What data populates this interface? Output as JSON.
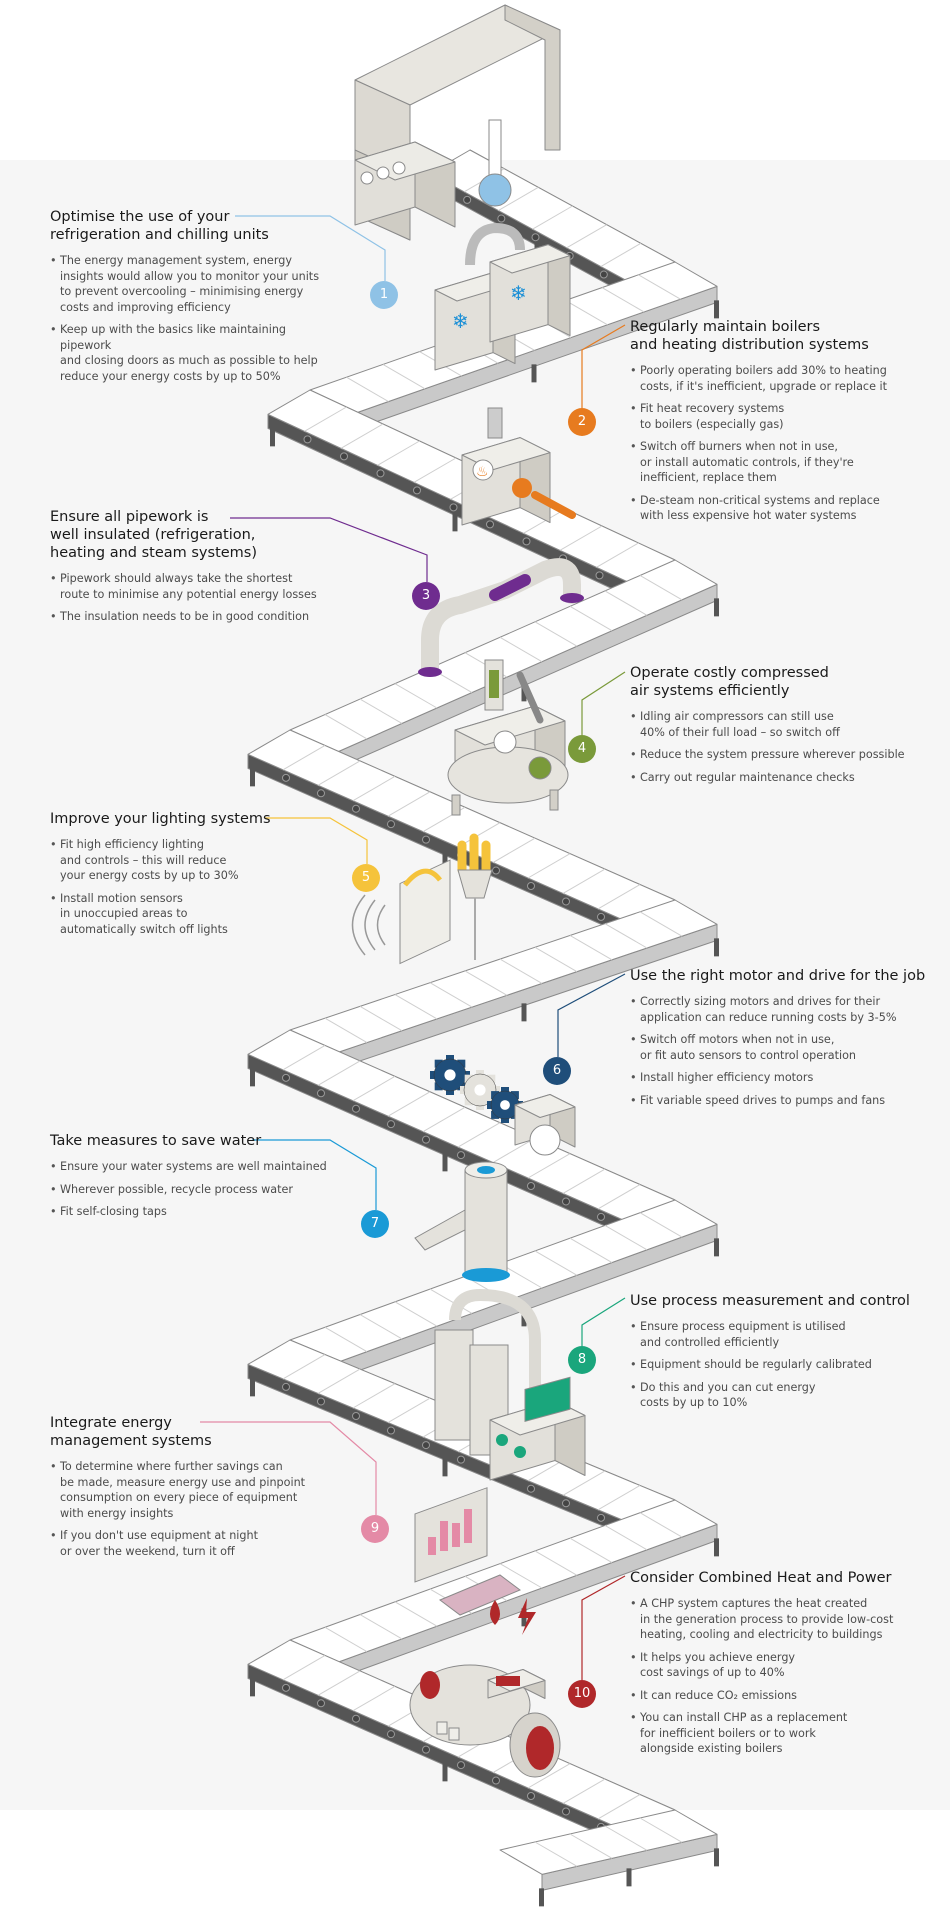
{
  "colors": {
    "background": "#ffffff",
    "panel": "#f6f6f6",
    "conveyor_top": "#ffffff",
    "conveyor_side": "#c9c9c9",
    "conveyor_rail": "#555555",
    "outline": "#8a8a8a",
    "machine_body": "#e4e2dc",
    "machine_side": "#cfccc4"
  },
  "tips": [
    {
      "number": "1",
      "color": "#8fc2e6",
      "title": "Optimise the use of your\nrefrigeration and chilling units",
      "bullets": [
        "The energy management system, energy\ninsights would allow you to monitor your units\nto prevent overcooling – minimising energy\ncosts and improving efficiency",
        "Keep up with the basics like maintaining pipework\nand closing doors as much as possible to help\nreduce your energy costs by up to 50%"
      ],
      "icon": "refrigeration-unit-icon"
    },
    {
      "number": "2",
      "color": "#e77b1f",
      "title": "Regularly maintain boilers\nand heating distribution systems",
      "bullets": [
        "Poorly operating boilers add 30% to heating\ncosts, if it's inefficient, upgrade or replace it",
        "Fit heat recovery systems\nto boilers (especially gas)",
        "Switch off burners when not in use,\nor install automatic controls, if they're\ninefficient, replace them",
        "De-steam non-critical systems and replace\nwith less expensive hot water systems"
      ],
      "icon": "boiler-icon"
    },
    {
      "number": "3",
      "color": "#6f2c8f",
      "title": "Ensure all pipework is\nwell insulated (refrigeration,\nheating and steam systems)",
      "bullets": [
        "Pipework should always take the shortest\nroute to minimise any potential energy losses",
        "The insulation needs to be in good condition"
      ],
      "icon": "pipework-icon"
    },
    {
      "number": "4",
      "color": "#7a9a3a",
      "title": "Operate costly compressed\nair systems efficiently",
      "bullets": [
        "Idling air compressors can still use\n40% of their full load – so switch off",
        "Reduce the system pressure wherever possible",
        "Carry out regular maintenance checks"
      ],
      "icon": "air-compressor-icon"
    },
    {
      "number": "5",
      "color": "#f5c33b",
      "title": "Improve your lighting systems",
      "bullets": [
        "Fit high efficiency lighting\nand controls – this will reduce\nyour energy costs by up to 30%",
        "Install motion sensors\nin unoccupied areas to\nautomatically switch off lights"
      ],
      "icon": "light-bulb-icon"
    },
    {
      "number": "6",
      "color": "#1f4e7a",
      "title": "Use the right motor and drive for the job",
      "bullets": [
        "Correctly sizing motors and drives for their\napplication can reduce running costs by 3-5%",
        "Switch off motors when not in use,\nor fit auto sensors to control operation",
        "Install higher efficiency motors",
        "Fit variable speed drives to pumps and fans"
      ],
      "icon": "motor-gears-icon"
    },
    {
      "number": "7",
      "color": "#1a9ad6",
      "title": "Take measures to save water",
      "bullets": [
        "Ensure your water systems are well maintained",
        "Wherever possible, recycle process water",
        "Fit self-closing taps"
      ],
      "icon": "water-tap-icon"
    },
    {
      "number": "8",
      "color": "#1aa67c",
      "title": "Use process measurement and control",
      "bullets": [
        "Ensure process equipment is utilised\nand controlled efficiently",
        "Equipment should be regularly calibrated",
        "Do this and you can cut energy\ncosts by up to 10%"
      ],
      "icon": "process-control-icon"
    },
    {
      "number": "9",
      "color": "#e48aa6",
      "title": "Integrate energy\nmanagement systems",
      "bullets": [
        "To determine where further savings can\nbe made, measure energy use and pinpoint\nconsumption on every piece of equipment\nwith energy insights",
        "If you don't use equipment at night\nor over the weekend, turn it off"
      ],
      "icon": "energy-monitor-icon"
    },
    {
      "number": "10",
      "color": "#b0282a",
      "title": "Consider Combined Heat and Power",
      "bullets": [
        "A CHP system captures the heat created\nin the generation process to provide low-cost\nheating, cooling and electricity to buildings",
        "It helps you achieve energy\ncost savings of up to 40%",
        "It can reduce CO₂ emissions",
        "You can install CHP as a replacement\nfor inefficient boilers or to work\nalongside existing boilers"
      ],
      "icon": "chp-generator-icon"
    }
  ]
}
